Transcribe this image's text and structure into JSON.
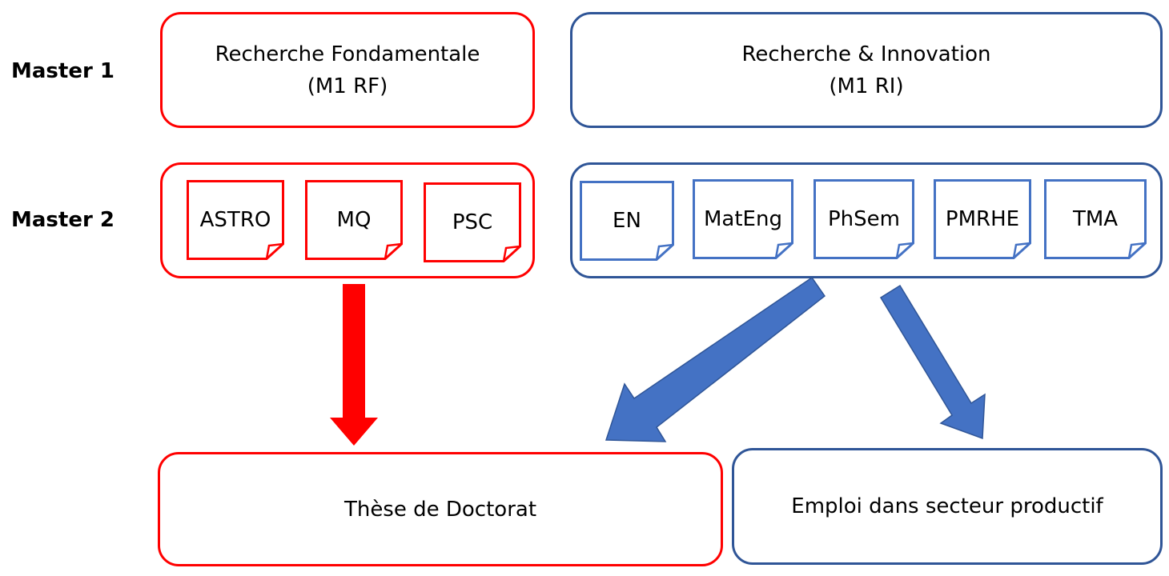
{
  "rows": {
    "master1": "Master 1",
    "master2": "Master 2"
  },
  "m1": {
    "rf": {
      "line1": "Recherche Fondamentale",
      "line2": "(M1 RF)"
    },
    "ri": {
      "line1": "Recherche & Innovation",
      "line2": "(M1 RI)"
    }
  },
  "m2": {
    "rf_specialties": [
      "ASTRO",
      "MQ",
      "PSC"
    ],
    "ri_specialties": [
      "EN",
      "MatEng",
      "PhSem",
      "PMRHE",
      "TMA"
    ]
  },
  "outcomes": {
    "thesis": "Thèse de Doctorat",
    "employment": "Emploi dans secteur productif"
  },
  "colors": {
    "red": "#ff0000",
    "blue_border": "#2f5597",
    "blue_note": "#4472c4",
    "blue_arrow": "#4472c4"
  }
}
